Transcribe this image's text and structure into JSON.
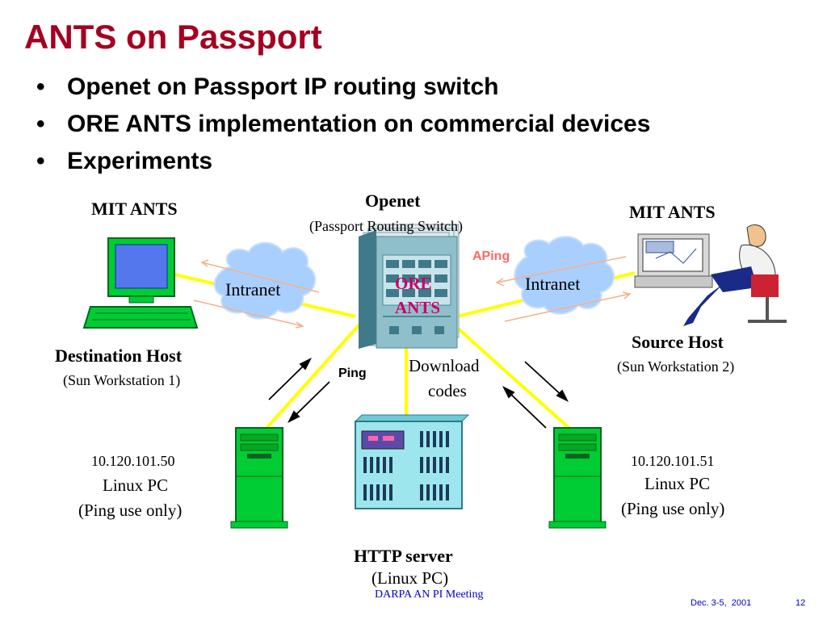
{
  "slide": {
    "title": "ANTS on Passport",
    "bullets": [
      "Openet on Passport IP routing switch",
      "ORE ANTS implementation on commercial devices",
      "Experiments"
    ]
  },
  "diagram": {
    "openet_title": "Openet",
    "openet_sub": "(Passport Routing Switch)",
    "ore_label_1": "ORE",
    "ore_label_2": "ANTS",
    "left_top_label": "MIT ANTS",
    "right_top_label": "MIT ANTS",
    "left_cloud": "Intranet",
    "right_cloud": "Intranet",
    "aping": "APing",
    "ping": "Ping",
    "download_1": "Download",
    "download_2": "codes",
    "dest_host": "Destination Host",
    "dest_host_sub": "(Sun Workstation 1)",
    "source_host": "Source Host",
    "source_host_sub": "(Sun Workstation 2)",
    "left_pc_ip": "10.120.101.50",
    "left_pc_name": "Linux PC",
    "left_pc_use": "(Ping use only)",
    "right_pc_ip": "10.120.101.51",
    "right_pc_name": "Linux PC",
    "right_pc_use": "(Ping use only)",
    "http_server": "HTTP server",
    "http_server_sub": "(Linux PC)"
  },
  "footer": {
    "meeting": "DARPA AN PI Meeting",
    "date": "Dec. 3-5,  2001",
    "page": "12"
  },
  "colors": {
    "title": "#a50021",
    "link_line": "#ffff00",
    "pc_green": "#00cc33",
    "switch_teal": "#5a98a8",
    "server_cyan": "#9ee6ee",
    "cloud": "#a9cfff",
    "ore_text": "#cc0066",
    "aping_text": "#ff6666",
    "footer_blue": "#0000cc"
  }
}
